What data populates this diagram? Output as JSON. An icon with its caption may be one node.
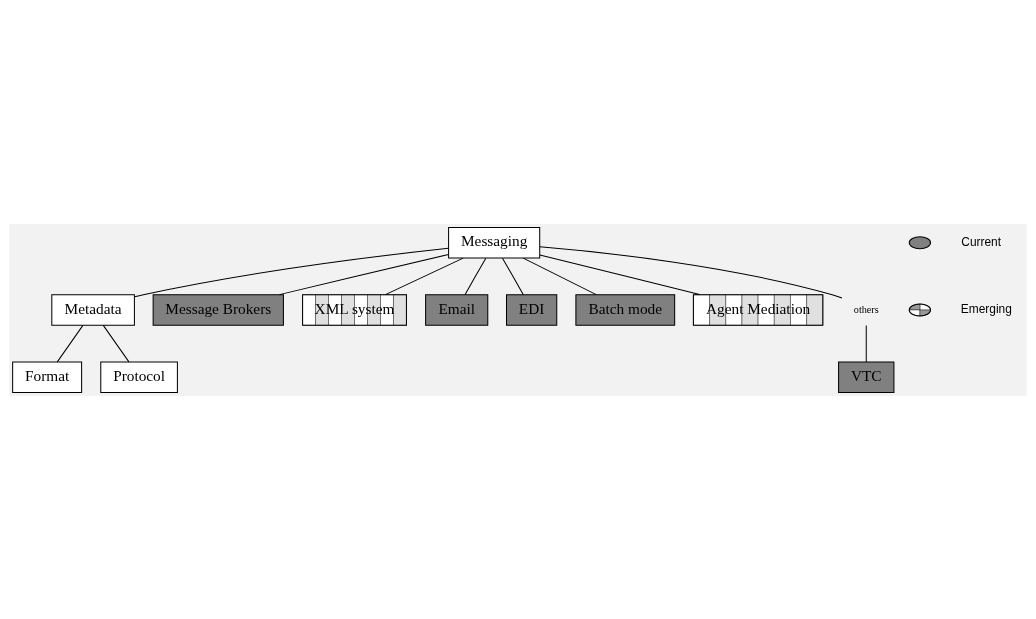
{
  "diagram": {
    "nodes": [
      {
        "text": [
          "Messaging"
        ]
      },
      {
        "text": [
          "Metadata"
        ]
      },
      {
        "text": [
          "Format"
        ]
      },
      {
        "text": [
          "Protocol"
        ]
      },
      {
        "text": [
          "Message Brokers"
        ]
      },
      {
        "text": [
          "XML system"
        ]
      },
      {
        "text": [
          "Email"
        ]
      },
      {
        "text": [
          "EDI"
        ]
      },
      {
        "text": [
          "Batch mode"
        ]
      },
      {
        "text": [
          "Agent Mediation"
        ]
      },
      {
        "text": [
          "others"
        ]
      },
      {
        "text": [
          "VTC"
        ]
      }
    ],
    "edges": [
      {
        "from": 0,
        "to": 1,
        "arrow": "none"
      },
      {
        "from": 1,
        "to": 2,
        "arrow": "none"
      },
      {
        "from": 1,
        "to": 3,
        "arrow": "none"
      },
      {
        "from": 0,
        "to": 4,
        "arrow": "none"
      },
      {
        "from": 0,
        "to": 9,
        "arrow": "none"
      },
      {
        "from": 0,
        "to": 5,
        "arrow": "none"
      },
      {
        "from": 0,
        "to": 6,
        "arrow": "none"
      },
      {
        "from": 0,
        "to": 7,
        "arrow": "none"
      },
      {
        "from": 0,
        "to": 8,
        "arrow": "none"
      },
      {
        "from": 0,
        "to": 10,
        "arrow": "none"
      },
      {
        "from": 10,
        "to": 11,
        "arrow": "none"
      }
    ],
    "legend": [
      {
        "text": "Current",
        "color": "#808080"
      },
      {
        "text": "Emerging"
      }
    ]
  }
}
